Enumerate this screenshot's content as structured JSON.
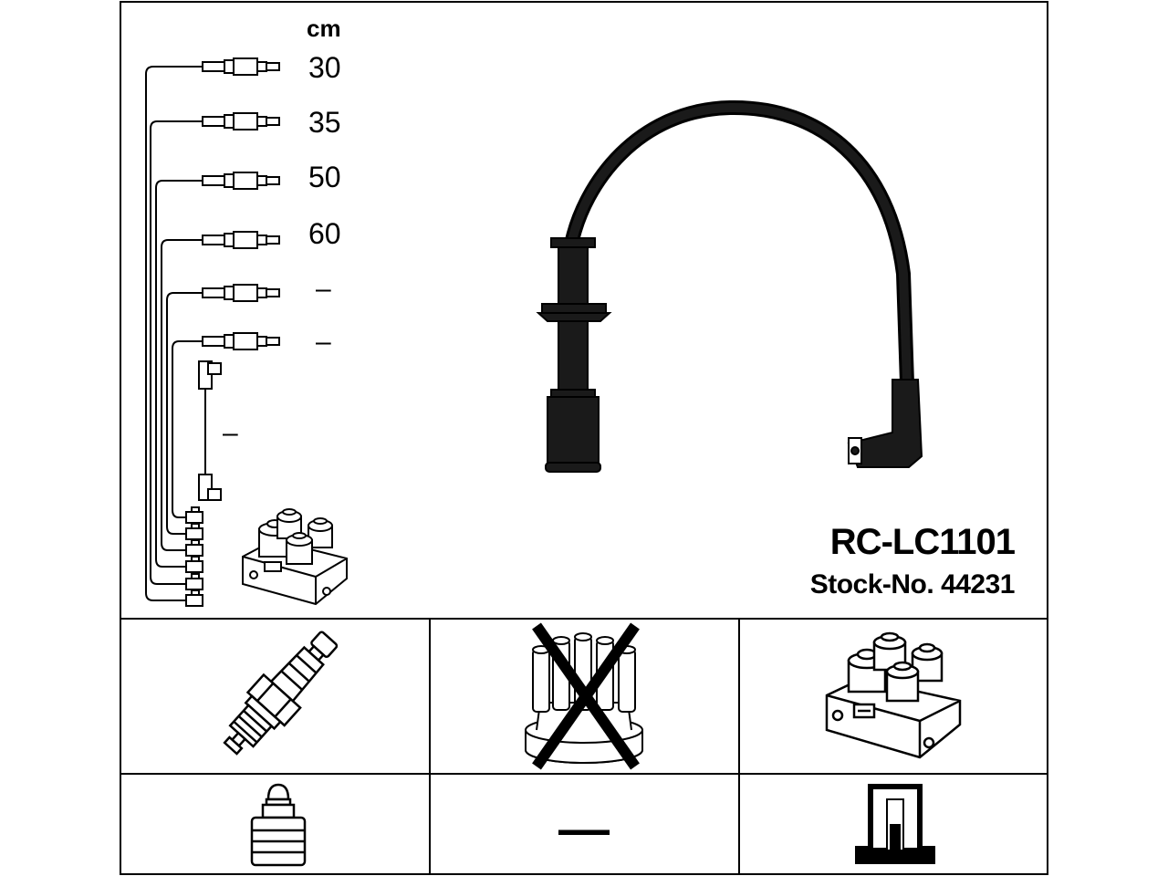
{
  "diagram": {
    "unit": "cm",
    "leads": [
      {
        "length": "30"
      },
      {
        "length": "35"
      },
      {
        "length": "50"
      },
      {
        "length": "60"
      },
      {
        "length": "–"
      },
      {
        "length": "–"
      }
    ],
    "coil_lead_length": "–",
    "part_number": "RC-LC1101",
    "stock_label": "Stock-No.",
    "stock_number": "44231"
  },
  "compatibility": {
    "distributor_cap_fits": false,
    "distributor_terminal": "—"
  },
  "colors": {
    "ink": "#000000",
    "cable": "#1a1a1a",
    "fill": "#ffffff"
  }
}
